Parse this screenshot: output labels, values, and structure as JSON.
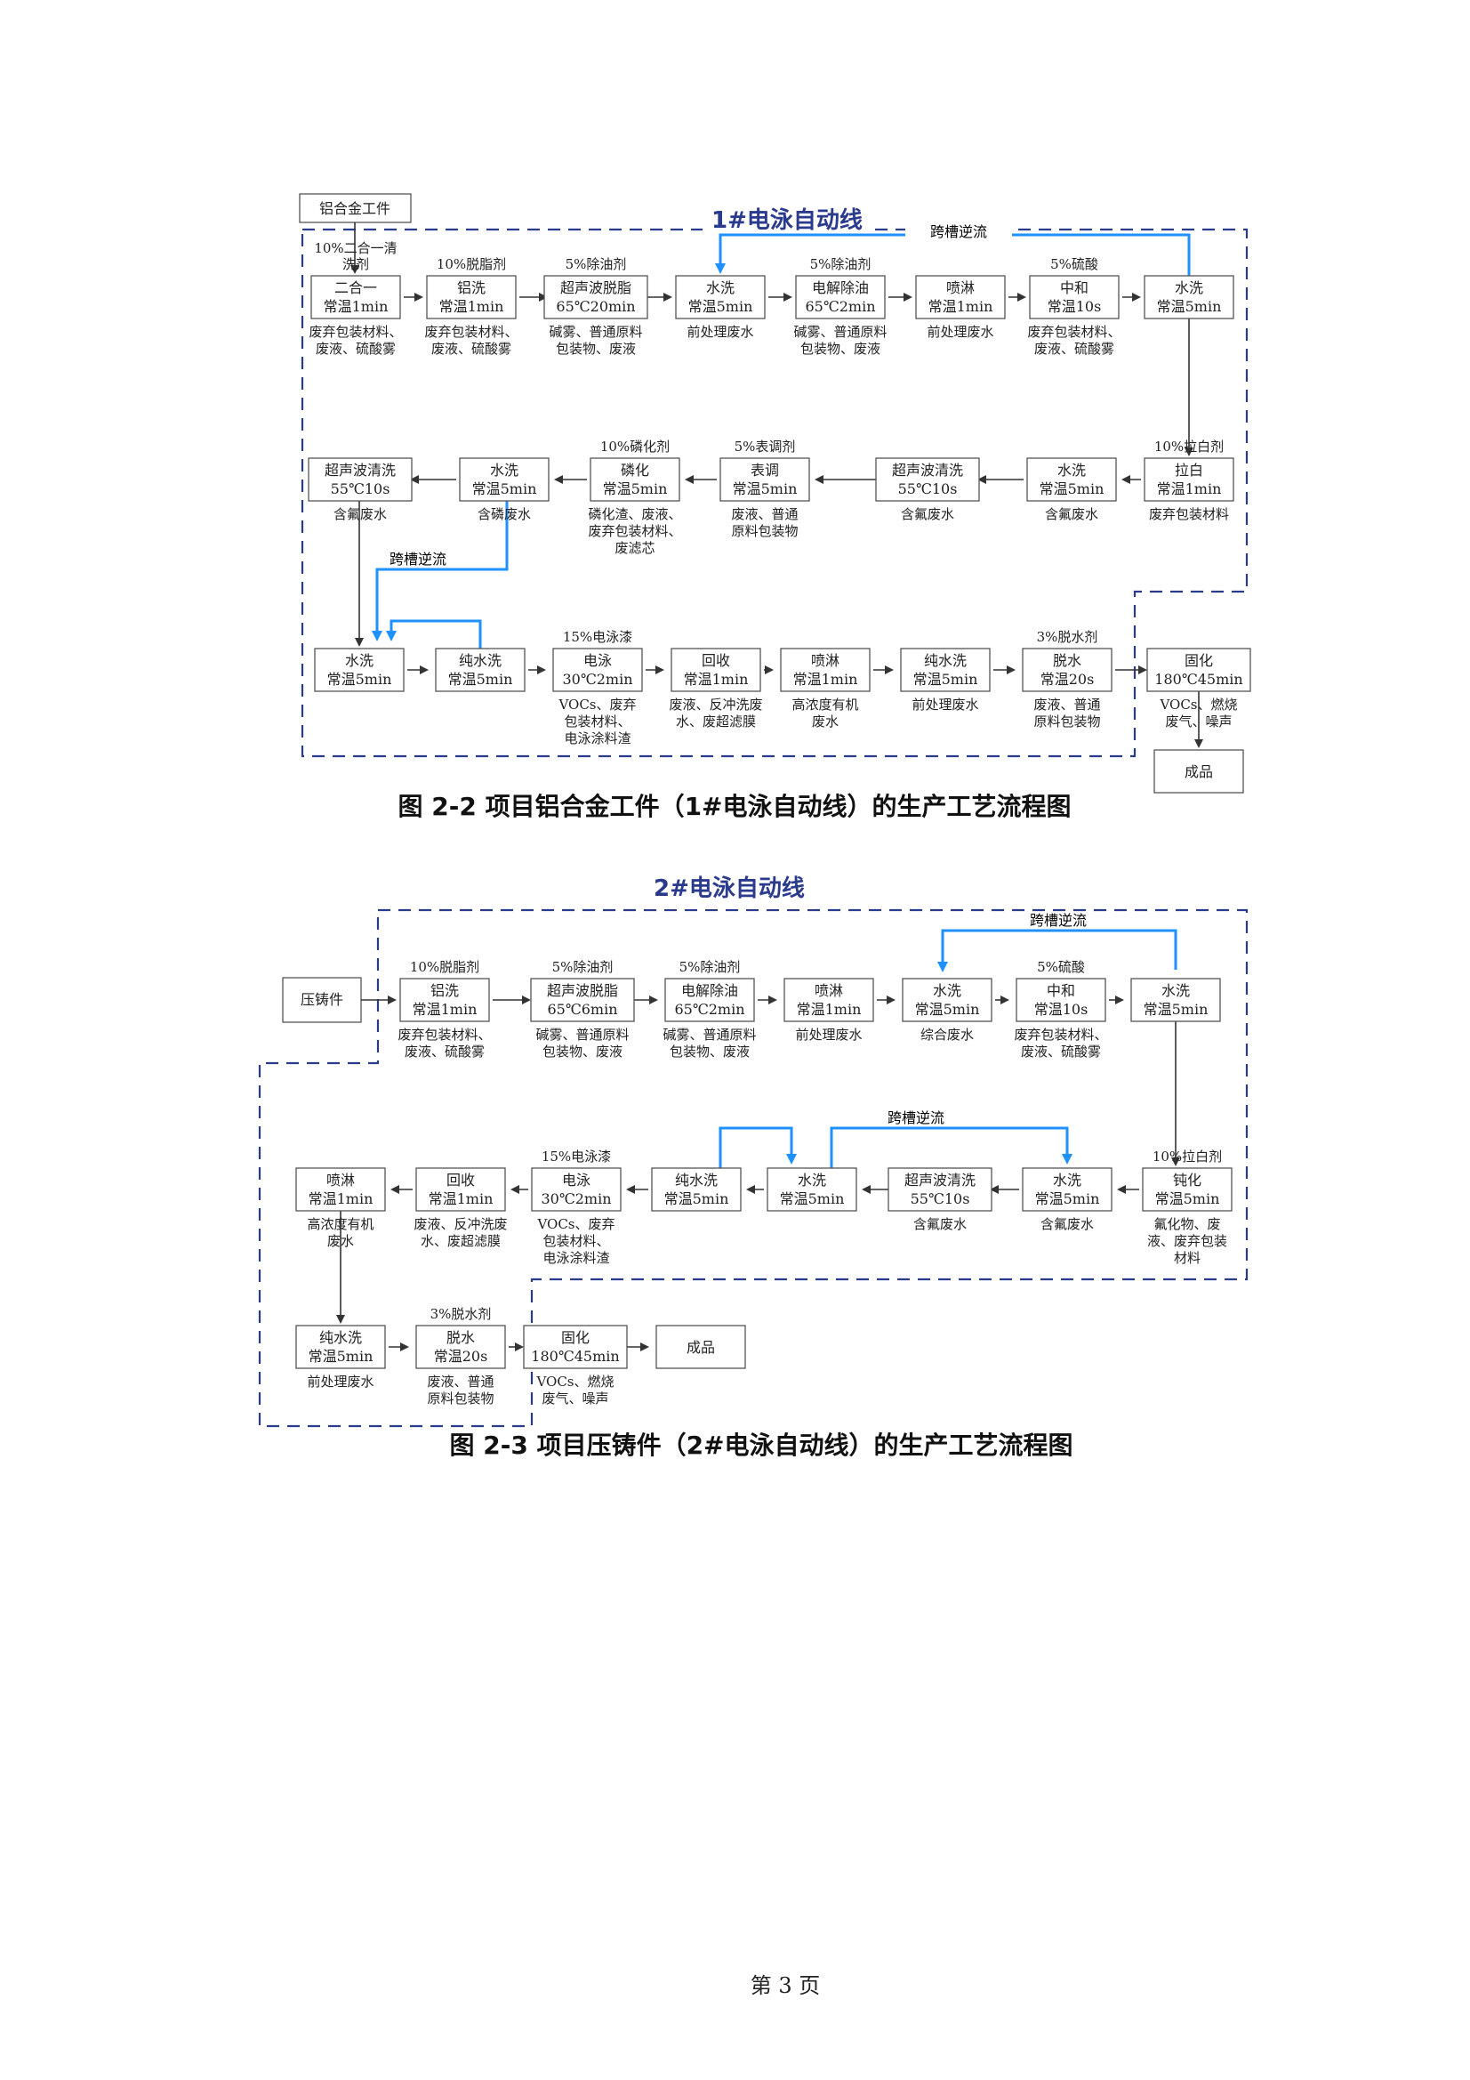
{
  "page_number": "第 3 页",
  "colors": {
    "boundary": "#2a3a8c",
    "countercurrent": "#1e90ff",
    "box_border": "#555555"
  },
  "diagram1": {
    "title": "1#电泳自动线",
    "caption": "图 2-2 项目铝合金工件（1#电泳自动线）的生产工艺流程图",
    "input": "铝合金工件",
    "countercurrent_label": "跨槽逆流",
    "nodes": [
      {
        "id": "d1-erheyi",
        "lines": [
          "二合一",
          "常温1min"
        ],
        "above": [
          "10%二合一清",
          "洗剂"
        ],
        "below": [
          "废弃包装材料、",
          "废液、硫酸雾"
        ]
      },
      {
        "id": "d1-lvxi",
        "lines": [
          "铝洗",
          "常温1min"
        ],
        "above": [
          "10%脱脂剂"
        ],
        "below": [
          "废弃包装材料、",
          "废液、硫酸雾"
        ]
      },
      {
        "id": "d1-chaosheng-tuozhi",
        "lines": [
          "超声波脱脂",
          "65℃20min"
        ],
        "above": [
          "5%除油剂"
        ],
        "below": [
          "碱雾、普通原料",
          "包装物、废液"
        ]
      },
      {
        "id": "d1-shuixi-1",
        "lines": [
          "水洗",
          "常温5min"
        ],
        "above": [],
        "below": [
          "前处理废水"
        ]
      },
      {
        "id": "d1-dianjie",
        "lines": [
          "电解除油",
          "65℃2min"
        ],
        "above": [
          "5%除油剂"
        ],
        "below": [
          "碱雾、普通原料",
          "包装物、废液"
        ]
      },
      {
        "id": "d1-penlin-1",
        "lines": [
          "喷淋",
          "常温1min"
        ],
        "above": [],
        "below": [
          "前处理废水"
        ]
      },
      {
        "id": "d1-zhonghe",
        "lines": [
          "中和",
          "常温10s"
        ],
        "above": [
          "5%硫酸"
        ],
        "below": [
          "废弃包装材料、",
          "废液、硫酸雾"
        ]
      },
      {
        "id": "d1-shuixi-2",
        "lines": [
          "水洗",
          "常温5min"
        ],
        "above": [],
        "below": []
      },
      {
        "id": "d1-labai",
        "lines": [
          "拉白",
          "常温1min"
        ],
        "above": [
          "10%拉白剂"
        ],
        "below": [
          "废弃包装材料"
        ]
      },
      {
        "id": "d1-shuixi-3",
        "lines": [
          "水洗",
          "常温5min"
        ],
        "above": [],
        "below": [
          "含氟废水"
        ]
      },
      {
        "id": "d1-chaosheng-qingxi-1",
        "lines": [
          "超声波清洗",
          "55℃10s"
        ],
        "above": [],
        "below": [
          "含氟废水"
        ]
      },
      {
        "id": "d1-biaotiao",
        "lines": [
          "表调",
          "常温5min"
        ],
        "above": [
          "5%表调剂"
        ],
        "below": [
          "废液、普通",
          "原料包装物"
        ]
      },
      {
        "id": "d1-linhua",
        "lines": [
          "磷化",
          "常温5min"
        ],
        "above": [
          "10%磷化剂"
        ],
        "below": [
          "磷化渣、废液、",
          "废弃包装材料、",
          "废滤芯"
        ]
      },
      {
        "id": "d1-shuixi-4",
        "lines": [
          "水洗",
          "常温5min"
        ],
        "above": [],
        "below": [
          "含磷废水"
        ]
      },
      {
        "id": "d1-chaosheng-qingxi-2",
        "lines": [
          "超声波清洗",
          "55℃10s"
        ],
        "above": [],
        "below": [
          "含氟废水"
        ]
      },
      {
        "id": "d1-shuixi-5",
        "lines": [
          "水洗",
          "常温5min"
        ],
        "above": [],
        "below": []
      },
      {
        "id": "d1-chunshuixi-1",
        "lines": [
          "纯水洗",
          "常温5min"
        ],
        "above": [],
        "below": []
      },
      {
        "id": "d1-dianyong",
        "lines": [
          "电泳",
          "30℃2min"
        ],
        "above": [
          "15%电泳漆"
        ],
        "below": [
          "VOCs、废弃",
          "包装材料、",
          "电泳涂料渣"
        ]
      },
      {
        "id": "d1-huishou",
        "lines": [
          "回收",
          "常温1min"
        ],
        "above": [],
        "below": [
          "废液、反冲洗废",
          "水、废超滤膜"
        ]
      },
      {
        "id": "d1-penlin-2",
        "lines": [
          "喷淋",
          "常温1min"
        ],
        "above": [],
        "below": [
          "高浓度有机",
          "废水"
        ]
      },
      {
        "id": "d1-chunshuixi-2",
        "lines": [
          "纯水洗",
          "常温5min"
        ],
        "above": [],
        "below": [
          "前处理废水"
        ]
      },
      {
        "id": "d1-tuoshui",
        "lines": [
          "脱水",
          "常温20s"
        ],
        "above": [
          "3%脱水剂"
        ],
        "below": [
          "废液、普通",
          "原料包装物"
        ]
      },
      {
        "id": "d1-guhua",
        "lines": [
          "固化",
          "180℃45min"
        ],
        "above": [],
        "below": [
          "VOCs、燃烧",
          "废气、噪声"
        ]
      },
      {
        "id": "d1-chengpin",
        "lines": [
          "成品"
        ],
        "above": [],
        "below": []
      }
    ]
  },
  "diagram2": {
    "title": "2#电泳自动线",
    "caption": "图 2-3 项目压铸件（2#电泳自动线）的生产工艺流程图",
    "input": "压铸件",
    "countercurrent_label": "跨槽逆流",
    "nodes": [
      {
        "id": "d2-lvxi",
        "lines": [
          "铝洗",
          "常温1min"
        ],
        "above": [
          "10%脱脂剂"
        ],
        "below": [
          "废弃包装材料、",
          "废液、硫酸雾"
        ]
      },
      {
        "id": "d2-chaosheng-tuozhi",
        "lines": [
          "超声波脱脂",
          "65℃6min"
        ],
        "above": [
          "5%除油剂"
        ],
        "below": [
          "碱雾、普通原料",
          "包装物、废液"
        ]
      },
      {
        "id": "d2-dianjie",
        "lines": [
          "电解除油",
          "65℃2min"
        ],
        "above": [
          "5%除油剂"
        ],
        "below": [
          "碱雾、普通原料",
          "包装物、废液"
        ]
      },
      {
        "id": "d2-penlin-1",
        "lines": [
          "喷淋",
          "常温1min"
        ],
        "above": [],
        "below": [
          "前处理废水"
        ]
      },
      {
        "id": "d2-shuixi-1",
        "lines": [
          "水洗",
          "常温5min"
        ],
        "above": [],
        "below": [
          "综合废水"
        ]
      },
      {
        "id": "d2-zhonghe",
        "lines": [
          "中和",
          "常温10s"
        ],
        "above": [
          "5%硫酸"
        ],
        "below": [
          "废弃包装材料、",
          "废液、硫酸雾"
        ]
      },
      {
        "id": "d2-shuixi-2",
        "lines": [
          "水洗",
          "常温5min"
        ],
        "above": [],
        "below": []
      },
      {
        "id": "d2-duhua",
        "lines": [
          "钝化",
          "常温5min"
        ],
        "above": [
          "10%拉白剂"
        ],
        "below": [
          "氟化物、废",
          "液、废弃包装",
          "材料"
        ]
      },
      {
        "id": "d2-shuixi-3",
        "lines": [
          "水洗",
          "常温5min"
        ],
        "above": [],
        "below": [
          "含氟废水"
        ]
      },
      {
        "id": "d2-chaosheng-qingxi",
        "lines": [
          "超声波清洗",
          "55℃10s"
        ],
        "above": [],
        "below": [
          "含氟废水"
        ]
      },
      {
        "id": "d2-shuixi-4",
        "lines": [
          "水洗",
          "常温5min"
        ],
        "above": [],
        "below": []
      },
      {
        "id": "d2-chunshuixi-1",
        "lines": [
          "纯水洗",
          "常温5min"
        ],
        "above": [],
        "below": []
      },
      {
        "id": "d2-dianyong",
        "lines": [
          "电泳",
          "30℃2min"
        ],
        "above": [
          "15%电泳漆"
        ],
        "below": [
          "VOCs、废弃",
          "包装材料、",
          "电泳涂料渣"
        ]
      },
      {
        "id": "d2-huishou",
        "lines": [
          "回收",
          "常温1min"
        ],
        "above": [],
        "below": [
          "废液、反冲洗废",
          "水、废超滤膜"
        ]
      },
      {
        "id": "d2-penlin-2",
        "lines": [
          "喷淋",
          "常温1min"
        ],
        "above": [],
        "below": [
          "高浓度有机",
          "废水"
        ]
      },
      {
        "id": "d2-chunshuixi-2",
        "lines": [
          "纯水洗",
          "常温5min"
        ],
        "above": [],
        "below": [
          "前处理废水"
        ]
      },
      {
        "id": "d2-tuoshui",
        "lines": [
          "脱水",
          "常温20s"
        ],
        "above": [
          "3%脱水剂"
        ],
        "below": [
          "废液、普通",
          "原料包装物"
        ]
      },
      {
        "id": "d2-guhua",
        "lines": [
          "固化",
          "180℃45min"
        ],
        "above": [],
        "below": [
          "VOCs、燃烧",
          "废气、噪声"
        ]
      },
      {
        "id": "d2-chengpin",
        "lines": [
          "成品"
        ],
        "above": [],
        "below": []
      }
    ]
  }
}
